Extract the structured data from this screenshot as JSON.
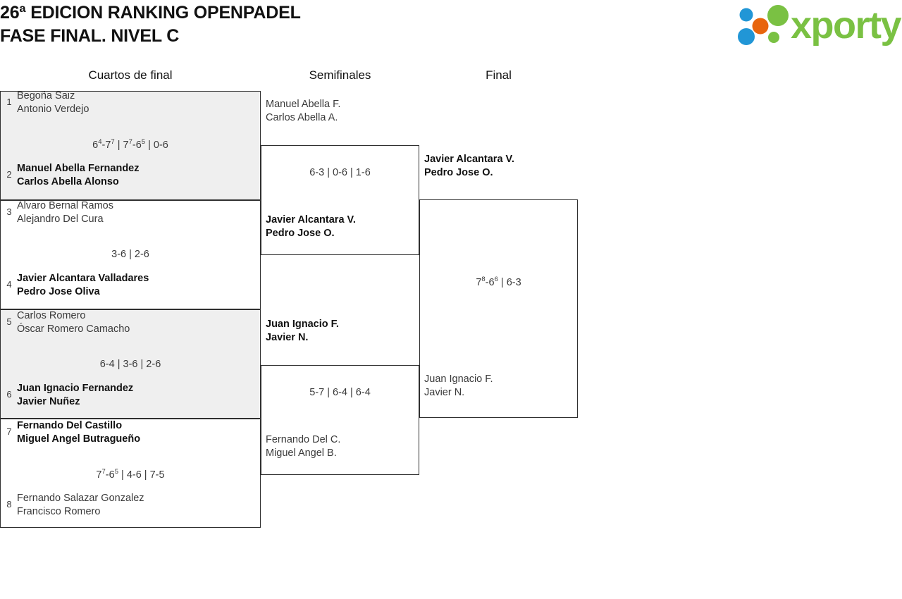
{
  "header": {
    "title_line1": "26ª EDICION RANKING OPENPADEL",
    "title_line2": "FASE FINAL. NIVEL C",
    "logo_text": "xporty",
    "logo_colors": {
      "green": "#7ac143",
      "blue": "#2196d6",
      "orange": "#e8650d"
    }
  },
  "rounds": [
    {
      "id": "quarterfinals",
      "label": "Cuartos de final"
    },
    {
      "id": "semifinals",
      "label": "Semifinales"
    },
    {
      "id": "final",
      "label": "Final"
    }
  ],
  "quarterfinals": [
    {
      "score": "6",
      "score_parts": {
        "a": "6",
        "a_sup": "4",
        "b": "-7",
        "b_sup": "7",
        "c": " | 7",
        "c_sup": "7",
        "d": "-6",
        "d_sup": "5",
        "e": " | 0-6"
      },
      "top": {
        "seed": "1",
        "p1": "Begoña Saiz",
        "p2": "Antonio Verdejo",
        "winner": false
      },
      "bottom": {
        "seed": "2",
        "p1": "Manuel Abella Fernandez",
        "p2": "Carlos Abella Alonso",
        "winner": true
      }
    },
    {
      "score": "3-6 | 2-6",
      "top": {
        "seed": "3",
        "p1": "Alvaro Bernal Ramos",
        "p2": "Alejandro Del Cura",
        "winner": false
      },
      "bottom": {
        "seed": "4",
        "p1": "Javier Alcantara Valladares",
        "p2": "Pedro Jose Oliva",
        "winner": true
      }
    },
    {
      "score": "6-4 | 3-6 | 2-6",
      "top": {
        "seed": "5",
        "p1": "Carlos Romero",
        "p2": "Óscar Romero Camacho",
        "winner": false
      },
      "bottom": {
        "seed": "6",
        "p1": "Juan Ignacio Fernandez",
        "p2": "Javier Nuñez",
        "winner": true
      }
    },
    {
      "score_parts": {
        "a": "7",
        "a_sup": "7",
        "b": "-6",
        "b_sup": "5",
        "c": " | 4-6 | 7-5"
      },
      "top": {
        "seed": "7",
        "p1": "Fernando Del Castillo",
        "p2": "Miguel Angel Butragueño",
        "winner": true
      },
      "bottom": {
        "seed": "8",
        "p1": "Fernando Salazar Gonzalez",
        "p2": "Francisco Romero",
        "winner": false
      }
    }
  ],
  "semifinals": [
    {
      "score": "6-3 | 0-6 | 1-6",
      "top": {
        "p1": "Manuel Abella F.",
        "p2": "Carlos Abella A.",
        "winner": false
      },
      "bottom": {
        "p1": "Javier Alcantara V.",
        "p2": "Pedro Jose O.",
        "winner": true
      }
    },
    {
      "score": "5-7 | 6-4 | 6-4",
      "top": {
        "p1": "Juan Ignacio F.",
        "p2": "Javier N.",
        "winner": true
      },
      "bottom": {
        "p1": "Fernando Del C.",
        "p2": "Miguel Angel B.",
        "winner": false
      }
    }
  ],
  "final": {
    "score_parts": {
      "a": "7",
      "a_sup": "8",
      "b": "-6",
      "b_sup": "6",
      "c": " | 6-3"
    },
    "top": {
      "p1": "Javier Alcantara V.",
      "p2": "Pedro Jose O.",
      "winner": true
    },
    "bottom": {
      "p1": "Juan Ignacio F.",
      "p2": "Javier N.",
      "winner": false
    }
  }
}
